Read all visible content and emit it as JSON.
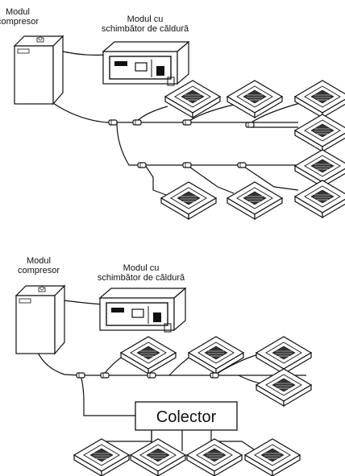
{
  "top": {
    "compressor_label": [
      "Modul",
      "compresor"
    ],
    "exchanger_label": [
      "Modul cu",
      "schimbător de căldură"
    ]
  },
  "bottom": {
    "compressor_label": [
      "Modul",
      "compresor"
    ],
    "exchanger_label": [
      "Modul cu",
      "schimbător de căldură"
    ],
    "collector_label": "Colector"
  },
  "colors": {
    "stroke": "#111111",
    "fill": "#ffffff",
    "panel": "#e6e6e6"
  },
  "icons": [
    "compressor-unit-icon",
    "ducted-heat-exchanger-icon",
    "cassette-indoor-unit-icon",
    "refnet-joint-icon"
  ]
}
